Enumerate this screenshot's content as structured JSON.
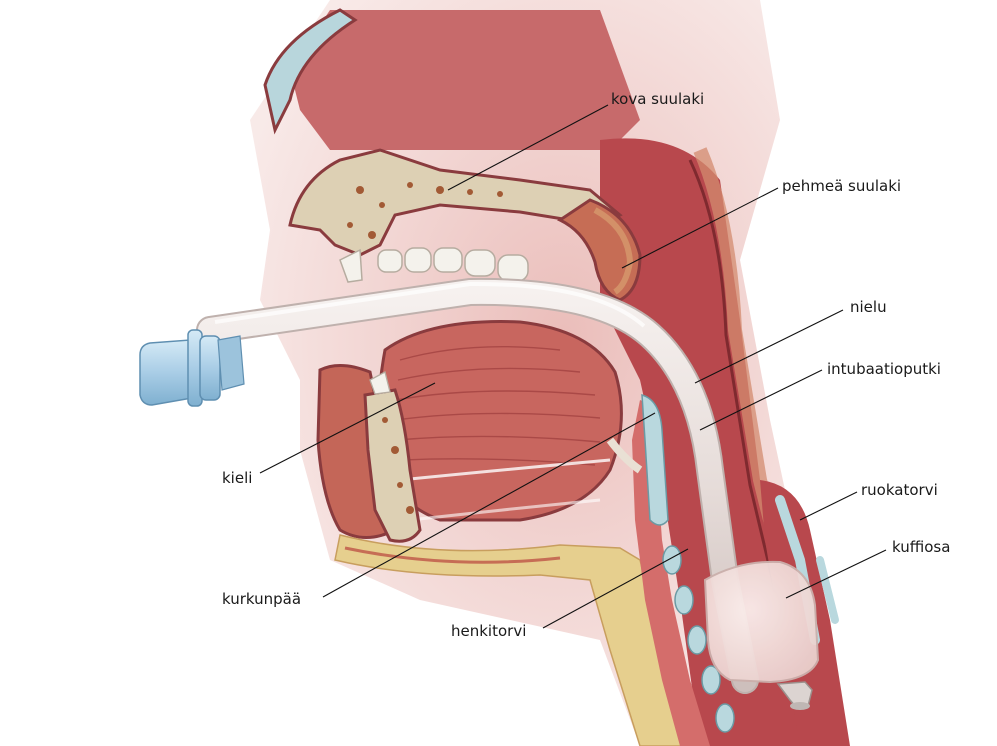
{
  "labels": {
    "hard_palate": "kova suulaki",
    "soft_palate": "pehmeä suulaki",
    "pharynx": "nielu",
    "intubation_tube": "intubaatioputki",
    "tongue": "kieli",
    "esophagus": "ruokatorvi",
    "cuff": "kuffiosa",
    "larynx": "kurkunpää",
    "trachea": "henkitorvi"
  },
  "colors": {
    "background": "#ffffff",
    "tissue": "#c4565a",
    "tissue_dark": "#8e2f33",
    "bone": "#ddd0b4",
    "fat": "#e6cf8e",
    "cartilage": "#b9d8de",
    "tube": "#e9e1de",
    "connector": "#a9cde6",
    "label_text": "#1a1a1a"
  }
}
